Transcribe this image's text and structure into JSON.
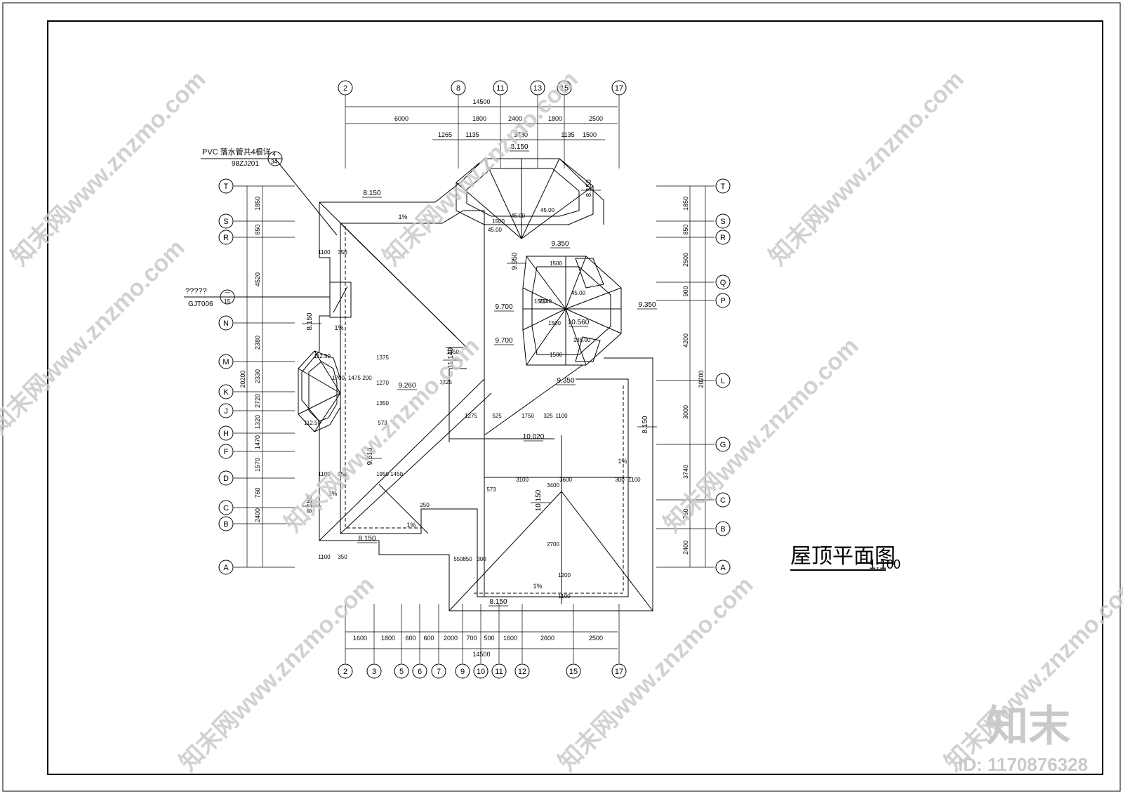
{
  "drawing": {
    "title": "屋顶平面图",
    "scale": "1:100"
  },
  "legend": {
    "pipe_note": "PVC 落水管共4根详",
    "pipe_ref": "98ZJ201",
    "pipe_detail_num": "4",
    "pipe_detail_page": "34",
    "detail_note": "?????",
    "detail_ref": "GJT006",
    "detail_num": "一",
    "detail_page": "15"
  },
  "grid_top": [
    "2",
    "8",
    "11",
    "13",
    "15",
    "17"
  ],
  "grid_bottom": [
    "2",
    "3",
    "5",
    "6",
    "7",
    "9",
    "10",
    "11",
    "12",
    "15",
    "17"
  ],
  "grid_left": [
    "T",
    "S",
    "R",
    "N",
    "M",
    "K",
    "J",
    "H",
    "F",
    "D",
    "C",
    "B",
    "A"
  ],
  "grid_right": [
    "T",
    "S",
    "R",
    "Q",
    "P",
    "L",
    "G",
    "C",
    "B",
    "A"
  ],
  "dims": {
    "top_total": "14500",
    "top_row1": [
      "6000",
      "1800",
      "2400",
      "1800",
      "2500"
    ],
    "top_row2": [
      "1265",
      "1135",
      "3730",
      "1135",
      "1500"
    ],
    "bottom_total": "14500",
    "bottom_row": [
      "1600",
      "1800",
      "600",
      "600",
      "2000",
      "700",
      "500",
      "1600",
      "2600",
      "2500"
    ],
    "left_row": [
      "1850",
      "850",
      "4520",
      "2380",
      "2330",
      "2720",
      "1320",
      "1470",
      "1570",
      "760",
      "2400"
    ],
    "left_total": "20200",
    "right_row": [
      "1850",
      "850",
      "2500",
      "900",
      "4200",
      "3000",
      "3740",
      "760",
      "2400"
    ],
    "right_total": "20200"
  },
  "elevations": [
    "8.150",
    "8.150",
    "8.150",
    "8.150",
    "8.150",
    "8.150",
    "8.150",
    "9.350",
    "9.350",
    "9.350",
    "9.950",
    "9.700",
    "9.700",
    "10.560",
    "9.260",
    "11.140",
    "9.510",
    "10.020",
    "10.150",
    "8.150"
  ],
  "inner_labels": [
    "1100",
    "350",
    "1100",
    "350",
    "1100",
    "350",
    "1950",
    "1450",
    "3100",
    "3600",
    "300",
    "1100",
    "1275",
    "525",
    "1750",
    "325",
    "1100",
    "250",
    "550",
    "850",
    "300",
    "1200",
    "1100",
    "2700",
    "3400",
    "45.00",
    "45.00",
    "45.00",
    "45.00",
    "135.00",
    "112.50",
    "112.50",
    "1500",
    "1500",
    "1500",
    "1500",
    "2140",
    "1500",
    "1700",
    "1475",
    "200",
    "1270",
    "1350",
    "1350",
    "1225",
    "1375",
    "573",
    "573"
  ],
  "slopes": [
    "1%",
    "1%",
    "1%",
    "1%",
    "1%",
    "1%"
  ],
  "watermarks": {
    "site": "知末网www.znzmo.com",
    "brand": "知末",
    "id": "ID: 1170876328"
  }
}
